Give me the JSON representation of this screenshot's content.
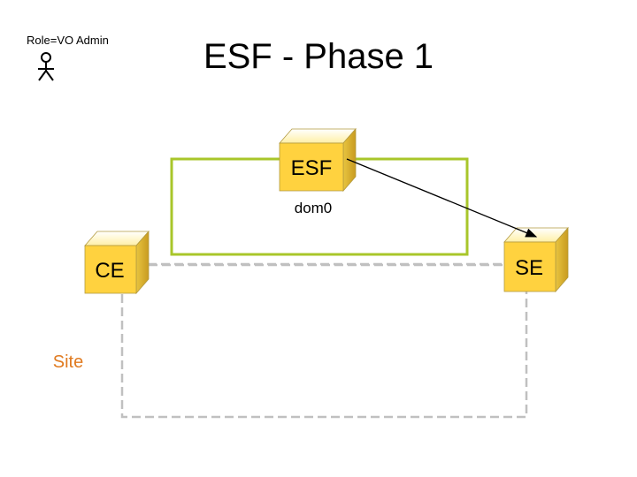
{
  "slide": {
    "title": "ESF - Phase 1",
    "role_label": "Role=VO Admin"
  },
  "nodes": {
    "esf": {
      "label": "ESF"
    },
    "ce": {
      "label": "CE"
    },
    "se": {
      "label": "SE"
    }
  },
  "dom0_label": "dom0",
  "site_label": "Site",
  "colors": {
    "cube_front": "#ffd23f",
    "cube_top": "#fff2b0",
    "cube_side": "#d9b230",
    "dom0_border": "#a8c62a",
    "dashed_grey": "#c0c0c0",
    "site_text": "#e07a1f"
  }
}
